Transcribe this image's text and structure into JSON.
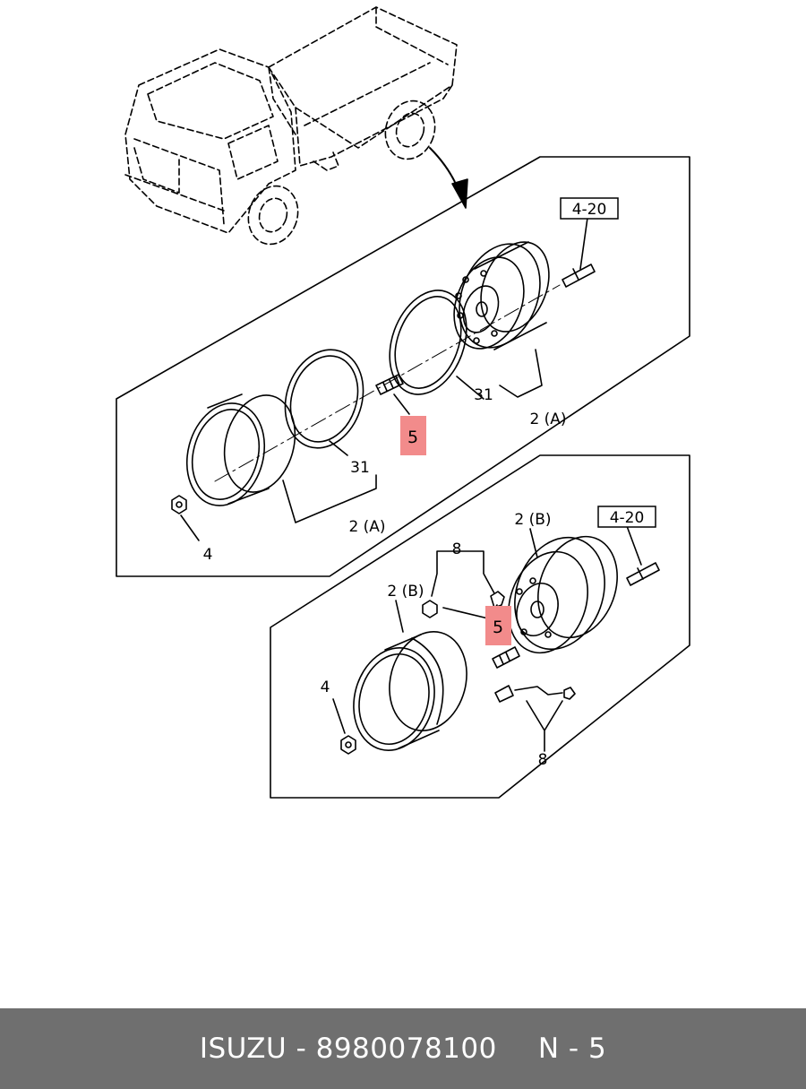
{
  "callouts": {
    "upper_ref": "4-20",
    "upper_part_5": "5",
    "upper_31_a": "31",
    "upper_31_b": "31",
    "upper_2a_a": "2 (A)",
    "upper_2a_b": "2 (A)",
    "upper_4": "4",
    "lower_ref": "4-20",
    "lower_2b_a": "2 (B)",
    "lower_2b_b": "2 (B)",
    "lower_8_a": "8",
    "lower_8_b": "8",
    "lower_part_5": "5",
    "lower_4": "4"
  },
  "colors": {
    "highlight": "#f28b8b",
    "footer_bg": "#6f6f6f",
    "footer_text": "#ffffff"
  },
  "footer": {
    "brand_part": "ISUZU - 8980078100",
    "page_ref": "N - 5"
  }
}
